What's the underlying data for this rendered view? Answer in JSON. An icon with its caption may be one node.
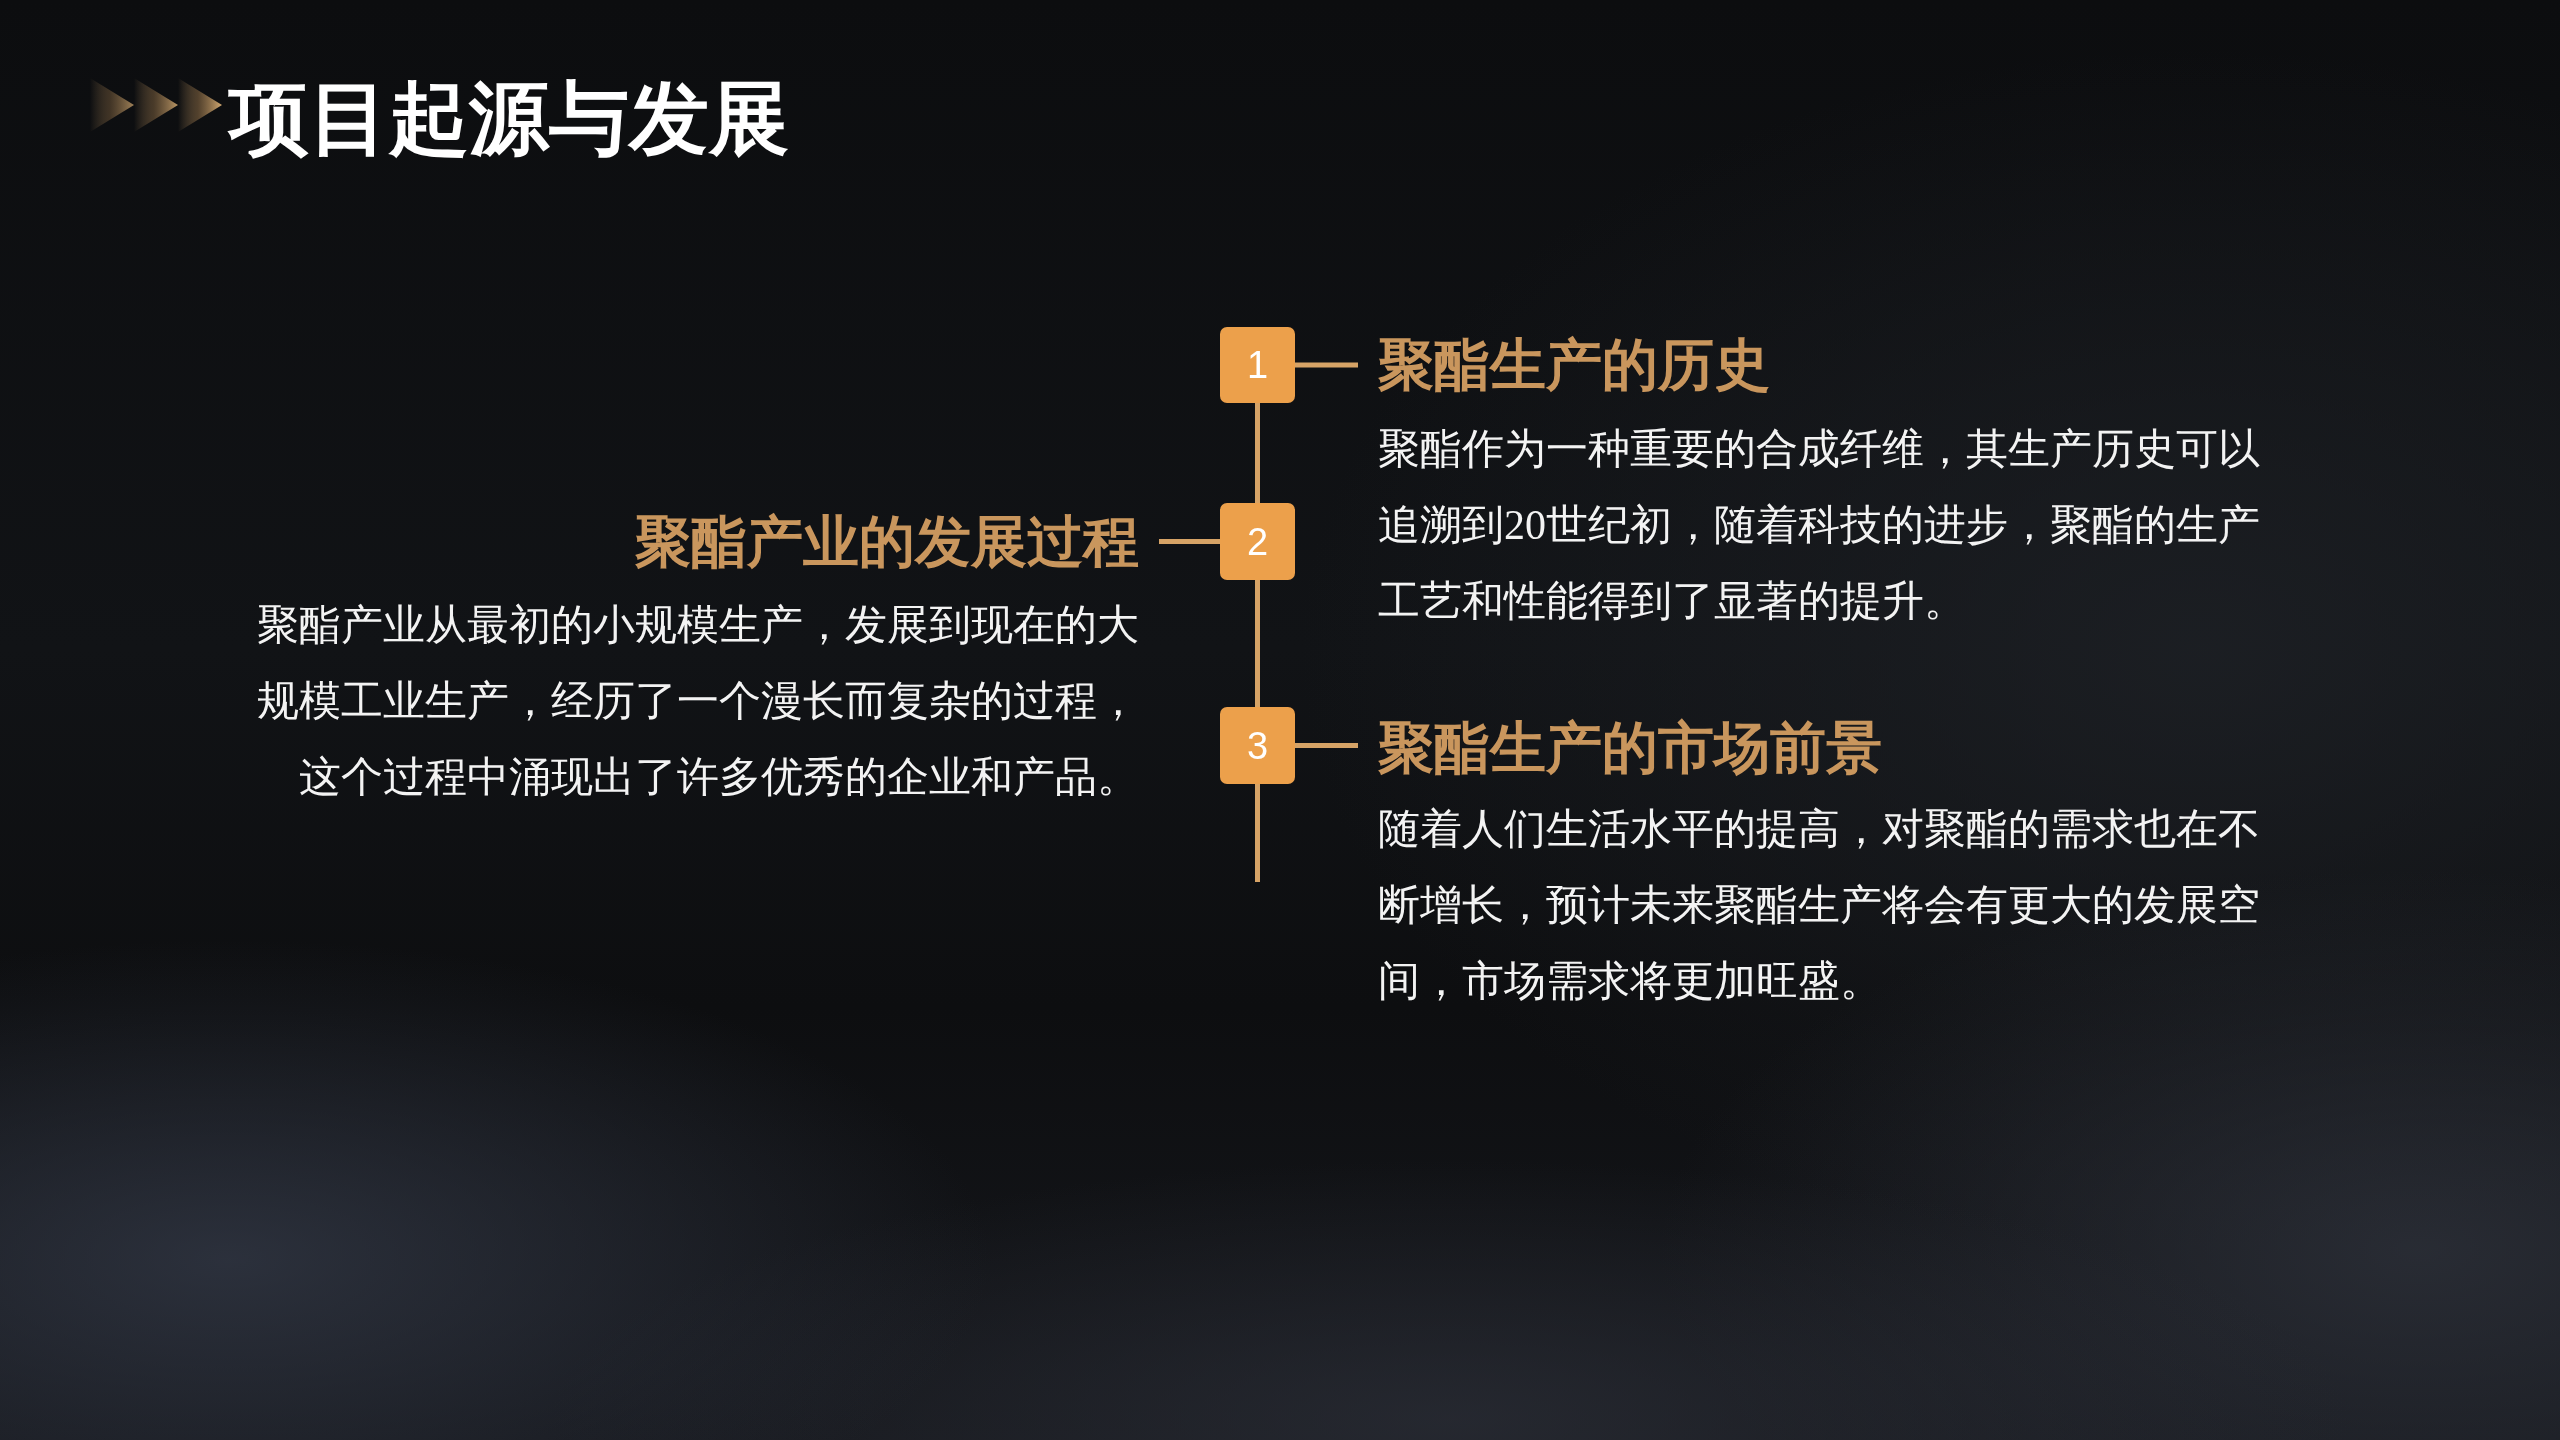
{
  "diagram": {
    "title": "项目起源与发展",
    "nodes": [
      {
        "text": [
          "1"
        ]
      },
      {
        "text": [
          "聚酯生产的历史",
          "聚酯作为一种重要的合成纤维，其生产历史可以追溯到20世纪初，随着科技的进步，聚酯的生产工艺和性能得到了显著的提升。"
        ]
      },
      {
        "text": [
          "2"
        ]
      },
      {
        "text": [
          "聚酯产业的发展过程",
          "聚酯产业从最初的小规模生产，发展到现在的大规模工业生产，经历了一个漫长而复杂的过程，这个过程中涌现出了许多优秀的企业和产品。"
        ]
      },
      {
        "text": [
          "3"
        ]
      },
      {
        "text": [
          "聚酯生产的市场前景",
          "随着人们生活水平的提高，对聚酯的需求也在不断增长，预计未来聚酯生产将会有更大的发展空间，市场需求将更加旺盛。"
        ]
      }
    ],
    "edges": [
      {
        "from": 0,
        "to": 1,
        "arrow": "none"
      },
      {
        "from": 2,
        "to": 3,
        "arrow": "none"
      },
      {
        "from": 4,
        "to": 5,
        "arrow": "none"
      },
      {
        "from": 0,
        "to": 2,
        "arrow": "none"
      },
      {
        "from": 2,
        "to": 4,
        "arrow": "none"
      },
      {
        "from": 4,
        "to": null,
        "arrow": "none"
      }
    ]
  }
}
